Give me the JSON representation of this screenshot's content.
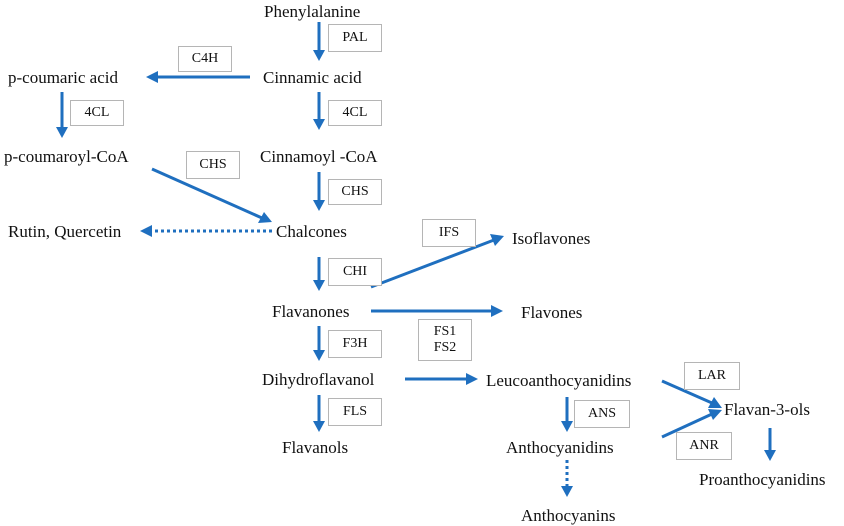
{
  "nodes": {
    "phenylalanine": "Phenylalanine",
    "cinnamic_acid": "Cinnamic acid",
    "p_coumaric_acid": "p-coumaric acid",
    "cinnamoyl_coa": "Cinnamoyl -CoA",
    "p_coumaroyl_coa": "p-coumaroyl-CoA",
    "chalcones": "Chalcones",
    "rutin_quercetin": "Rutin, Quercetin",
    "isoflavones": "Isoflavones",
    "flavanones": "Flavanones",
    "flavones": "Flavones",
    "dihydroflavanol": "Dihydroflavanol",
    "leucoanthocyanidins": "Leucoanthocyanidins",
    "flavanols": "Flavanols",
    "anthocyanidins": "Anthocyanidins",
    "anthocyanins": "Anthocyanins",
    "flavan_3_ols": "Flavan-3-ols",
    "proanthocyanidins": "Proanthocyanidins"
  },
  "enzymes": {
    "pal": "PAL",
    "c4h": "C4H",
    "fourcl_left": "4CL",
    "fourcl_right": "4CL",
    "chs_left": "CHS",
    "chs_right": "CHS",
    "ifs": "IFS",
    "chi": "CHI",
    "fs1": "FS1",
    "fs2": "FS2",
    "f3h": "F3H",
    "fls": "FLS",
    "ans": "ANS",
    "lar": "LAR",
    "anr": "ANR"
  },
  "colors": {
    "arrow": "#1f6fbf",
    "box_border": "#b5b5b5",
    "text": "#111111"
  }
}
